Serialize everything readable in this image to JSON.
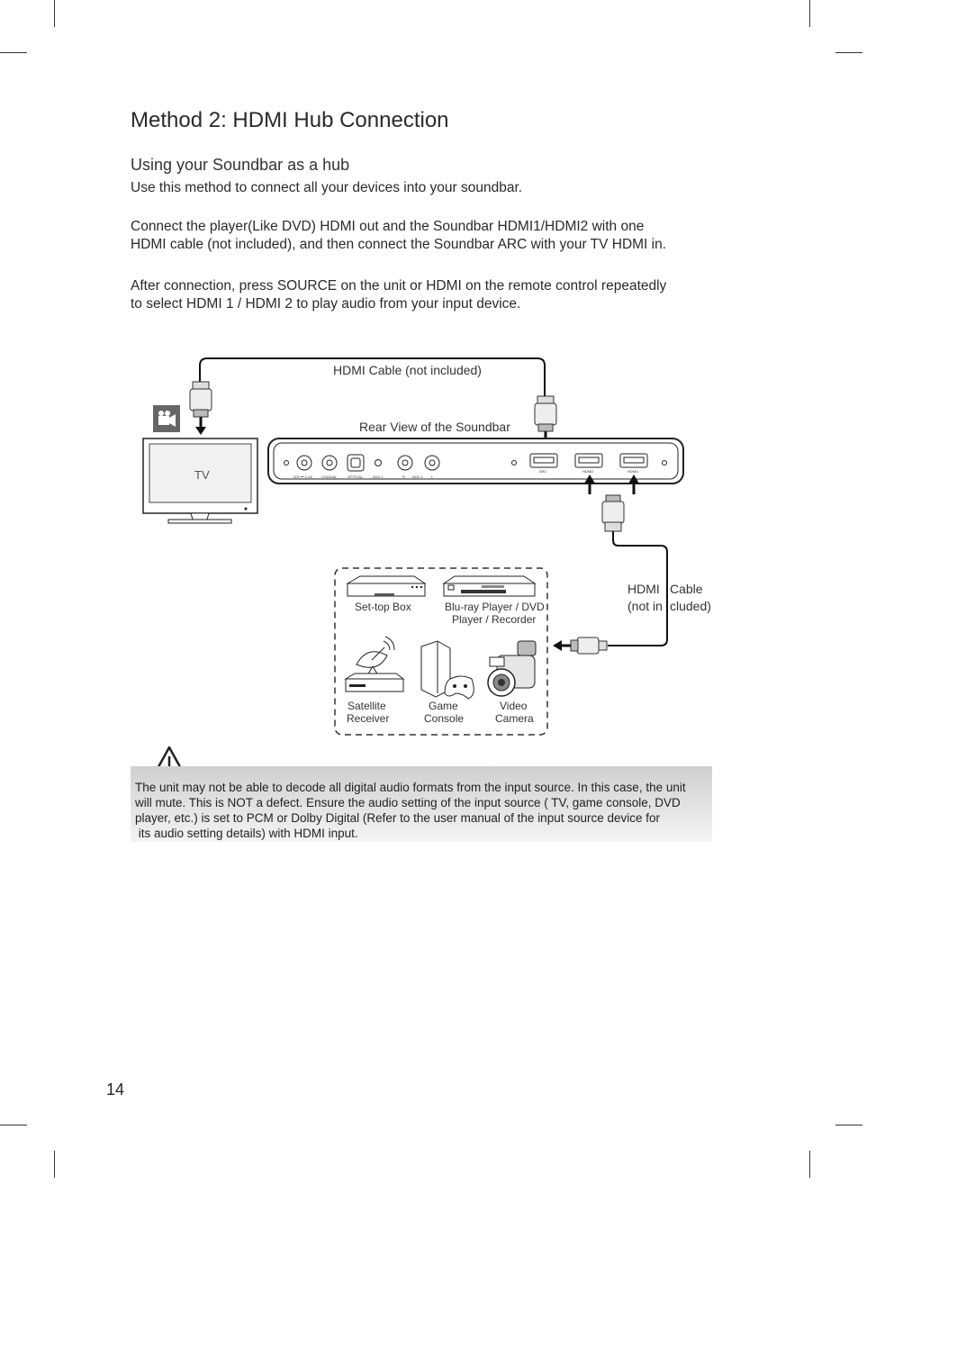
{
  "title": "Method 2: HDMI Hub Connection",
  "subtitle": "Using your Soundbar as a hub",
  "intro": "Use this method to connect all your devices into your soundbar.",
  "para1": [
    "Connect the player(Like DVD) HDMI out and the Soundbar HDMI1/HDMI2 with one",
    "HDMI cable (not included), and then connect the Soundbar ARC with your TV HDMI in."
  ],
  "para2": [
    "After connection, press SOURCE on the unit or HDMI on the remote control repeatedly",
    "to select HDMI 1 / HDMI 2 to play audio from your input device."
  ],
  "diagram": {
    "cable_top_label": "HDMI Cable (not included)",
    "rear_view_label": "Rear View of the Soundbar",
    "tv_label": "TV",
    "port_labels": [
      "20V ⎓ 2.1A",
      "COAXIAL",
      "OPTICAL",
      "AUX 2",
      "R",
      "AUX 1",
      "L",
      "ARC",
      "HDMI2",
      "HDMI1"
    ],
    "side_cable_label": [
      "HDMI",
      "Cable",
      "(not in",
      "cluded)"
    ],
    "devices": [
      {
        "name": "set-top-box",
        "label": [
          "Set-top Box"
        ]
      },
      {
        "name": "bluray-player",
        "label": [
          "Blu-ray Player / DVD",
          "Player / Recorder"
        ]
      },
      {
        "name": "satellite-receiver",
        "label": [
          "Satellite",
          "Receiver"
        ]
      },
      {
        "name": "game-console",
        "label": [
          "Game",
          "Console"
        ]
      },
      {
        "name": "video-camera",
        "label": [
          "Video",
          "Camera"
        ]
      }
    ]
  },
  "note": [
    "The unit may not be able to decode all digital audio formats from the input source. In this case, the unit",
    "will mute. This is NOT a defect. Ensure the audio setting of the input source ( TV, game console, DVD",
    "player, etc.) is set to  PCM or Dolby Digital (Refer to the user manual of the input source device for",
    " its audio setting details) with HDMI input."
  ],
  "page_number": "14"
}
